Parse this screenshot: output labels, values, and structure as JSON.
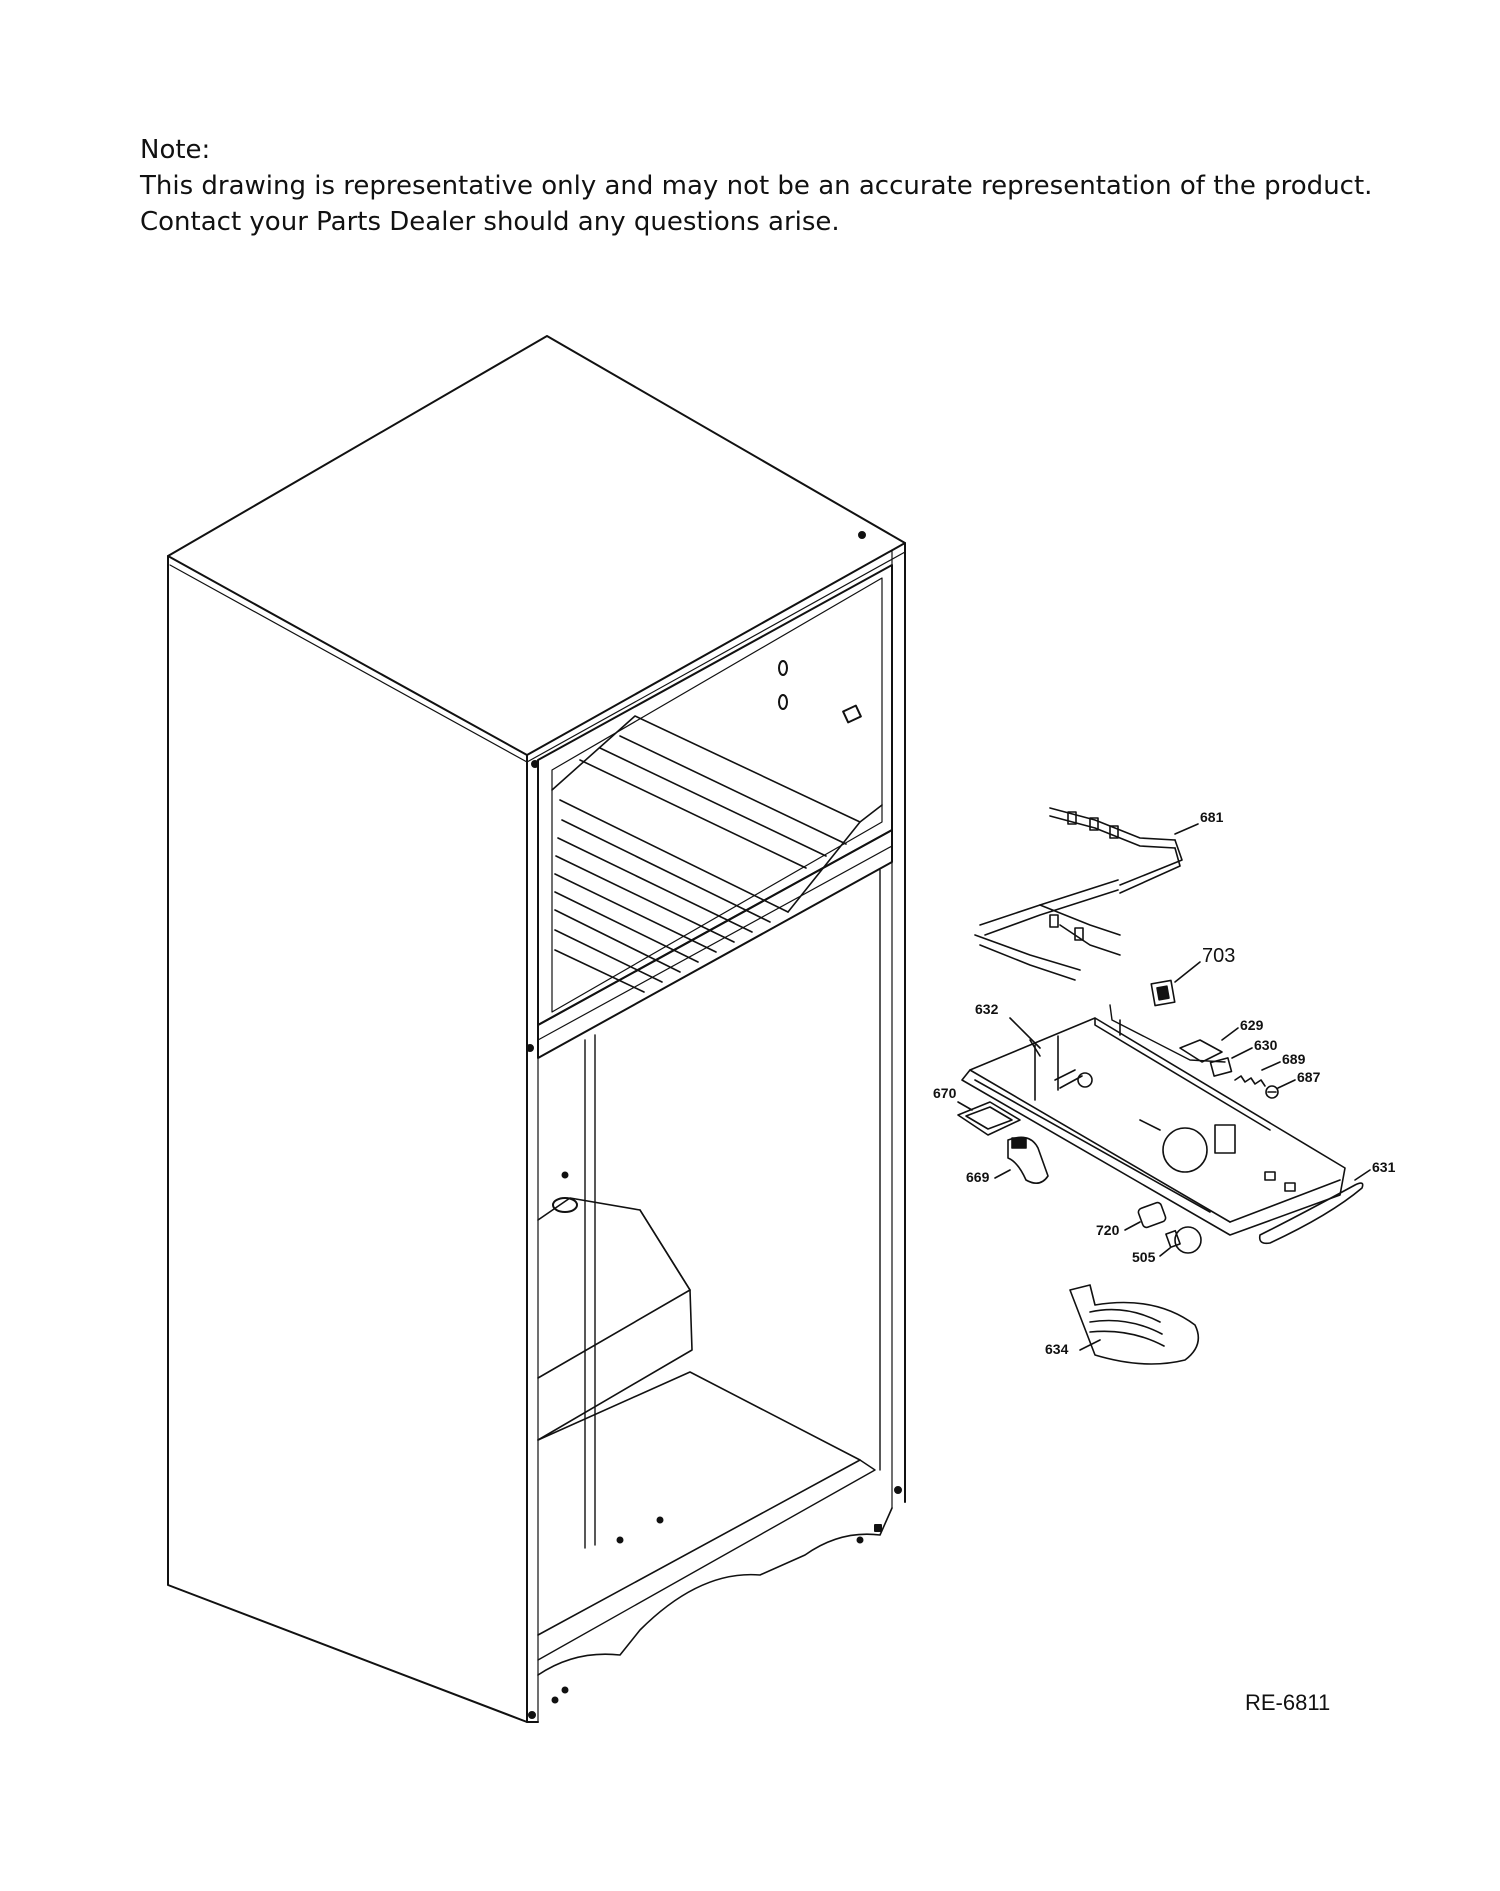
{
  "note": {
    "heading": "Note:",
    "line1": "This drawing is representative only and may not be an accurate representation of the product.",
    "line2": "Contact your Parts Dealer should any questions arise."
  },
  "parts": {
    "p681": "681",
    "p703": "703",
    "p632": "632",
    "p629": "629",
    "p630": "630",
    "p689": "689",
    "p687": "687",
    "p670": "670",
    "p669": "669",
    "p631": "631",
    "p720": "720",
    "p505": "505",
    "p634": "634"
  },
  "drawing_code": "RE-6811"
}
